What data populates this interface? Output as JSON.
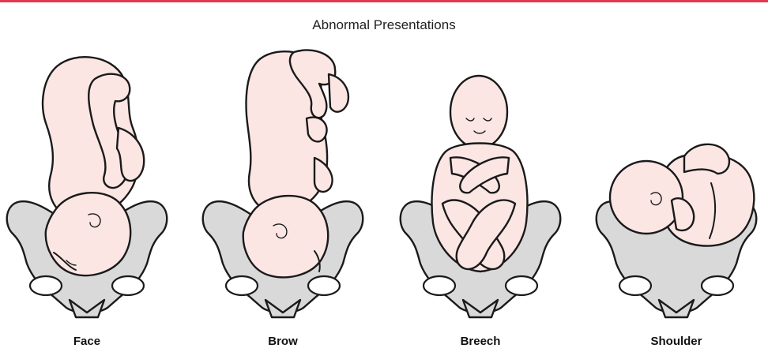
{
  "title": "Abnormal Presentations",
  "accent_color": "#e5374f",
  "presentations": [
    {
      "label": "Face"
    },
    {
      "label": "Brow"
    },
    {
      "label": "Breech"
    },
    {
      "label": "Shoulder"
    }
  ]
}
